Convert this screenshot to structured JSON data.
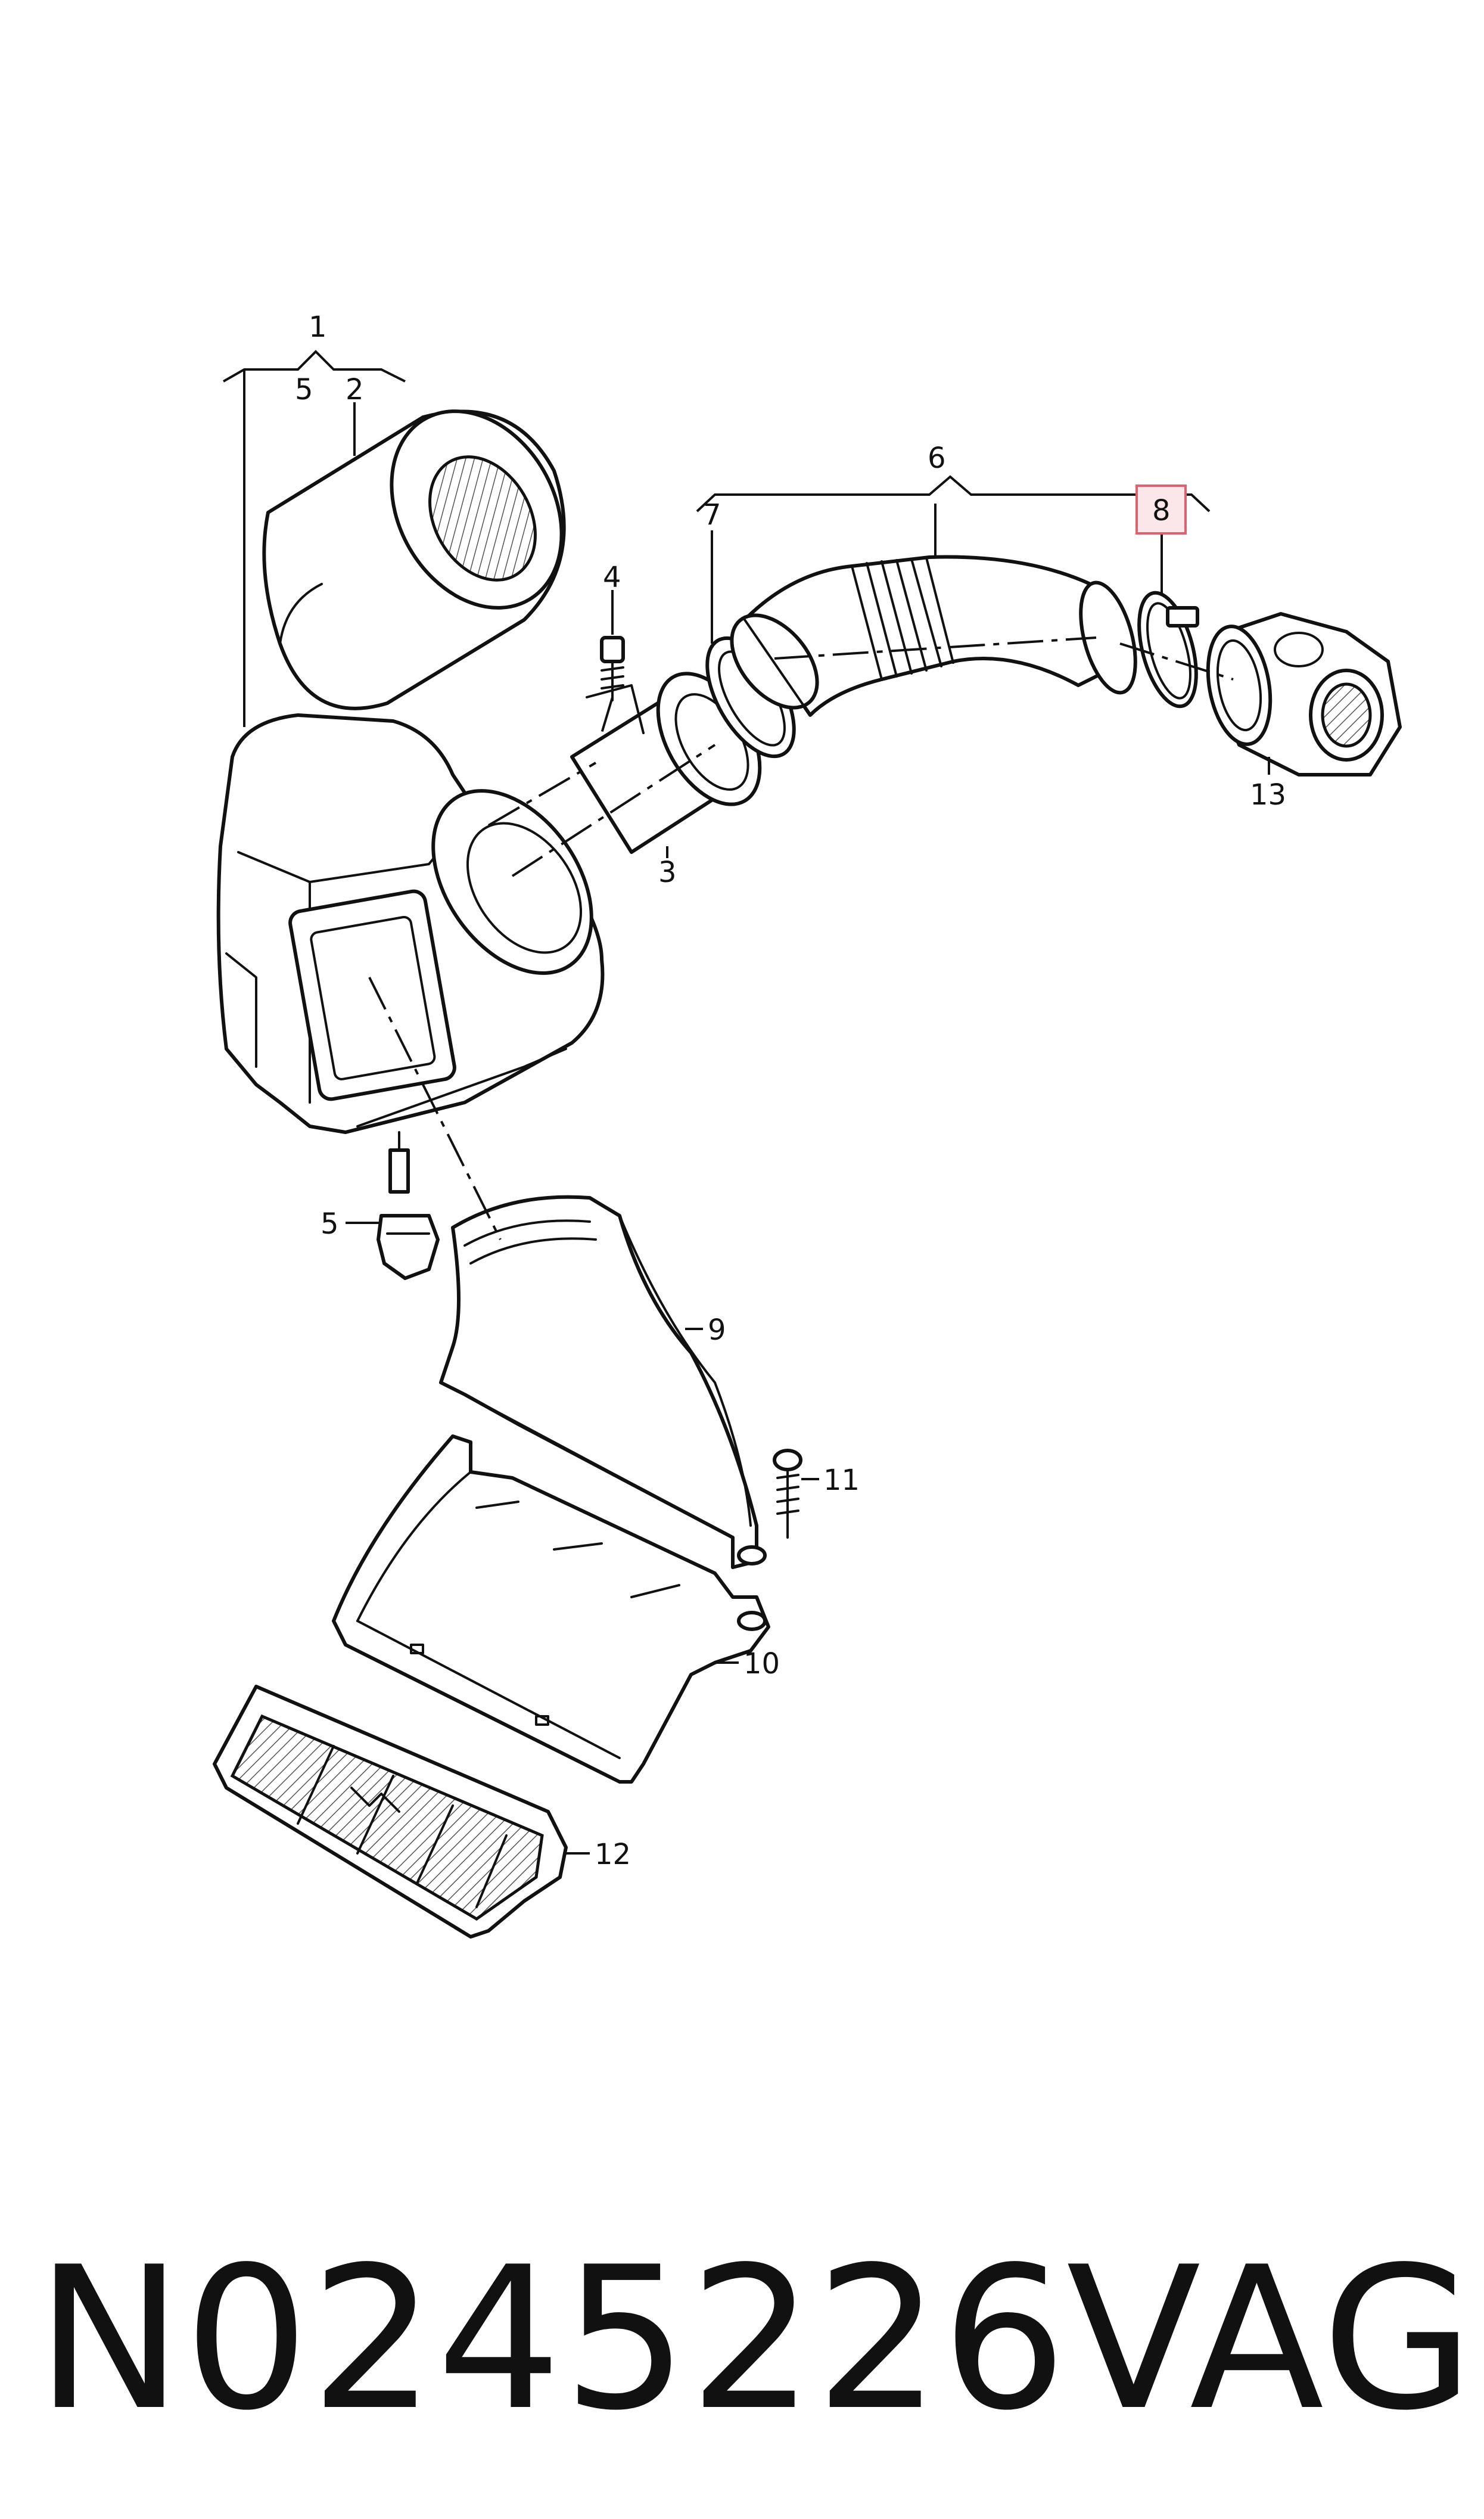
{
  "callouts": {
    "c1": "1",
    "c5a": "5",
    "c2": "2",
    "c6": "6",
    "c7": "7",
    "c8": "8",
    "c4": "4",
    "c3": "3",
    "c13": "13",
    "c5b": "5",
    "c9": "9",
    "c11": "11",
    "c10": "10",
    "c12": "12"
  },
  "highlight": {
    "callout": "8",
    "color": "#e06070"
  },
  "footer": {
    "part_number": "N0245226",
    "brand": "VAG"
  }
}
